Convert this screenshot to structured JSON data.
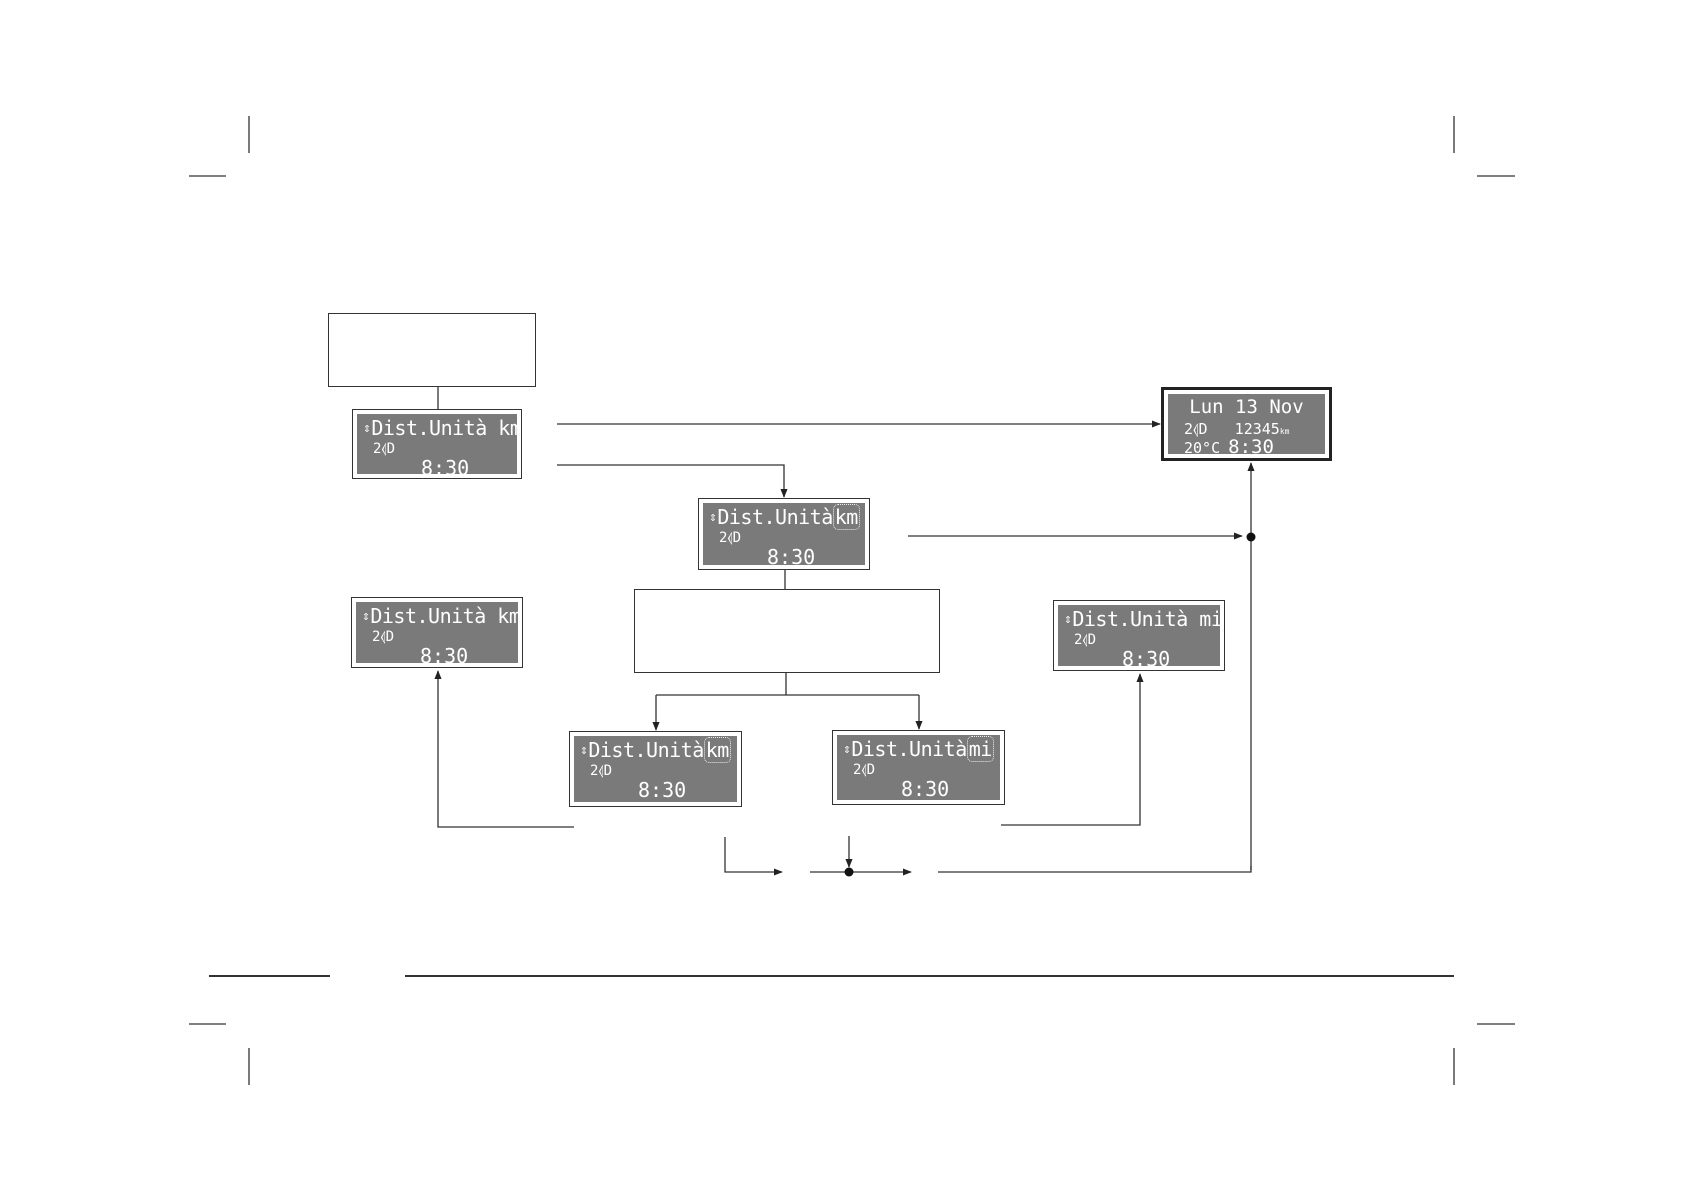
{
  "displays": {
    "main_km": {
      "row1": "Dist.Unità km",
      "row2": "2",
      "row3": "8:30"
    },
    "select_km": {
      "label": "Dist.Unità",
      "unit": "km",
      "row2": "2",
      "row3": "8:30"
    },
    "left_km": {
      "row1": "Dist.Unità km",
      "row2": "2",
      "row3": "8:30"
    },
    "right_mi": {
      "row1": "Dist.Unità mi",
      "row2": "2",
      "row3": "8:30"
    },
    "option_km": {
      "label": "Dist.Unità",
      "unit": "km",
      "row2": "2",
      "row3": "8:30"
    },
    "option_mi": {
      "label": "Dist.Unità",
      "unit": "mi",
      "row2": "2",
      "row3": "8:30"
    },
    "home": {
      "date": "Lun 13 Nov",
      "row2": "2",
      "odometer": "12345",
      "odometer_unit": "km",
      "temperature": "20°C",
      "time": "8:30"
    }
  },
  "icons": {
    "updown": "up-down-arrows-icon",
    "lights": "side-lights-icon"
  }
}
